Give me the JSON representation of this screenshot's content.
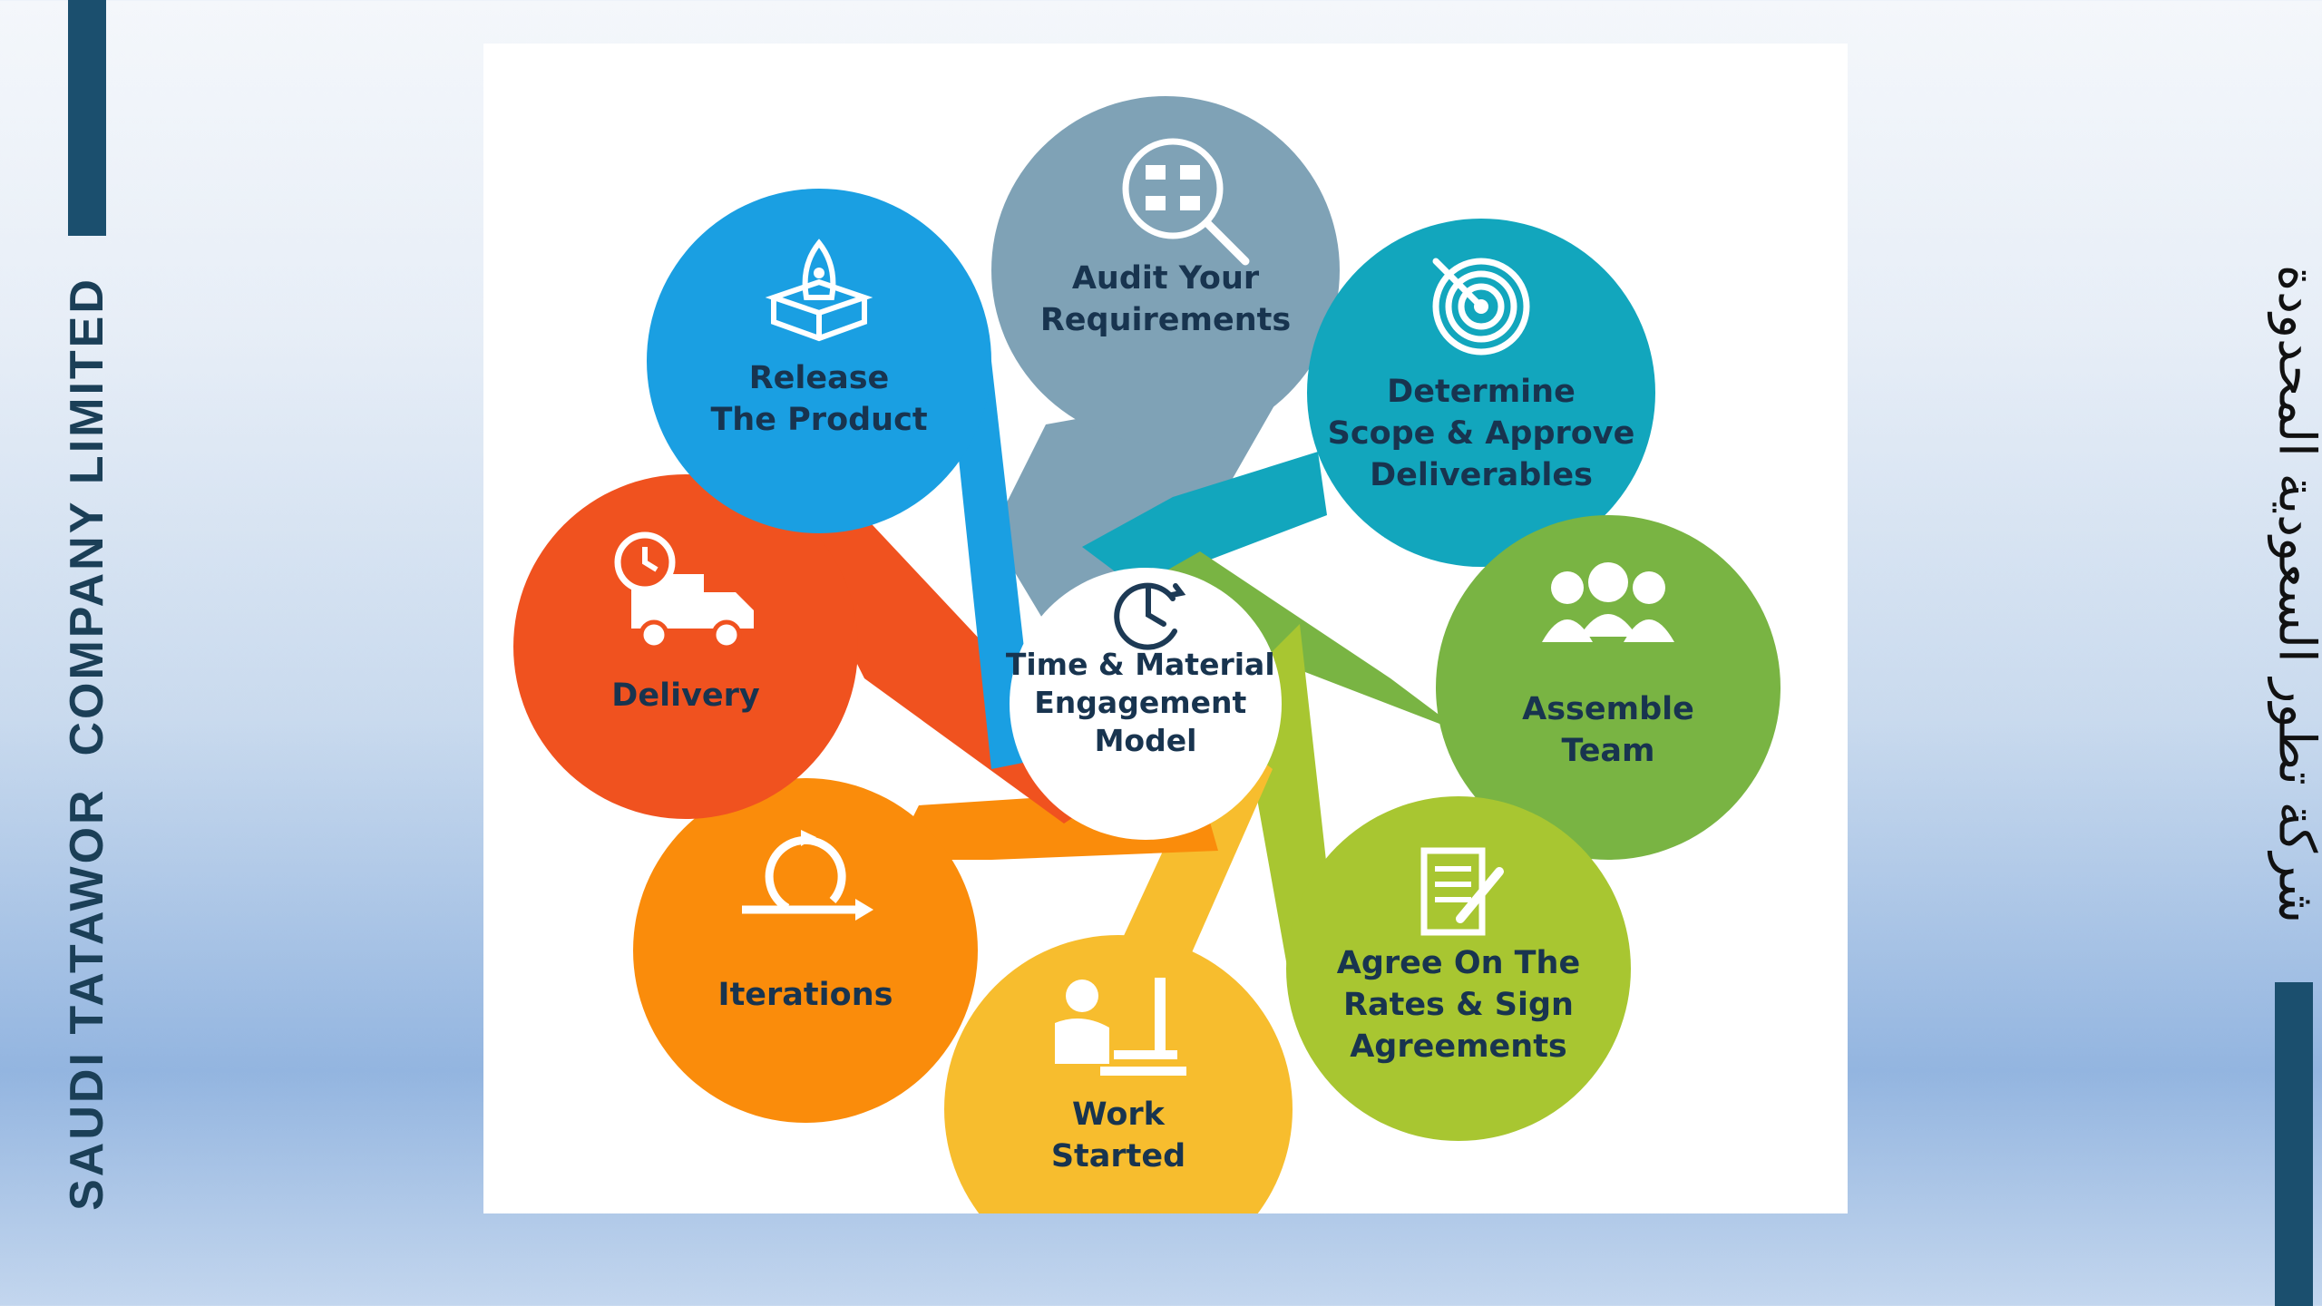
{
  "branding": {
    "company_name_en": "SAUDI TATAWOR  COMPANY LIMITED",
    "company_name_ar": "شركة تطور السعودية المحدودة"
  },
  "diagram": {
    "center": {
      "lines": [
        "Time & Material",
        "Engagement",
        "Model"
      ],
      "icon": "clock-icon"
    },
    "steps": [
      {
        "lines": [
          "Audit Your",
          "Requirements"
        ],
        "icon": "magnifier-flowchart-icon",
        "color": "#7fa2b6"
      },
      {
        "lines": [
          "Determine",
          "Scope & Approve",
          "Deliverables"
        ],
        "icon": "target-icon",
        "color": "#12a6bd"
      },
      {
        "lines": [
          "Assemble",
          "Team"
        ],
        "icon": "team-icon",
        "color": "#79b443"
      },
      {
        "lines": [
          "Agree On The",
          "Rates & Sign",
          "Agreements"
        ],
        "icon": "document-sign-icon",
        "color": "#a8c631"
      },
      {
        "lines": [
          "Work",
          "Started"
        ],
        "icon": "person-at-computer-icon",
        "color": "#f7bd2e"
      },
      {
        "lines": [
          "Iterations"
        ],
        "icon": "cycle-icon",
        "color": "#fa8c0b"
      },
      {
        "lines": [
          "Delivery"
        ],
        "icon": "delivery-truck-icon",
        "color": "#f0521f"
      },
      {
        "lines": [
          "Release",
          "The Product"
        ],
        "icon": "rocket-icon",
        "color": "#1a9fe2"
      }
    ]
  }
}
